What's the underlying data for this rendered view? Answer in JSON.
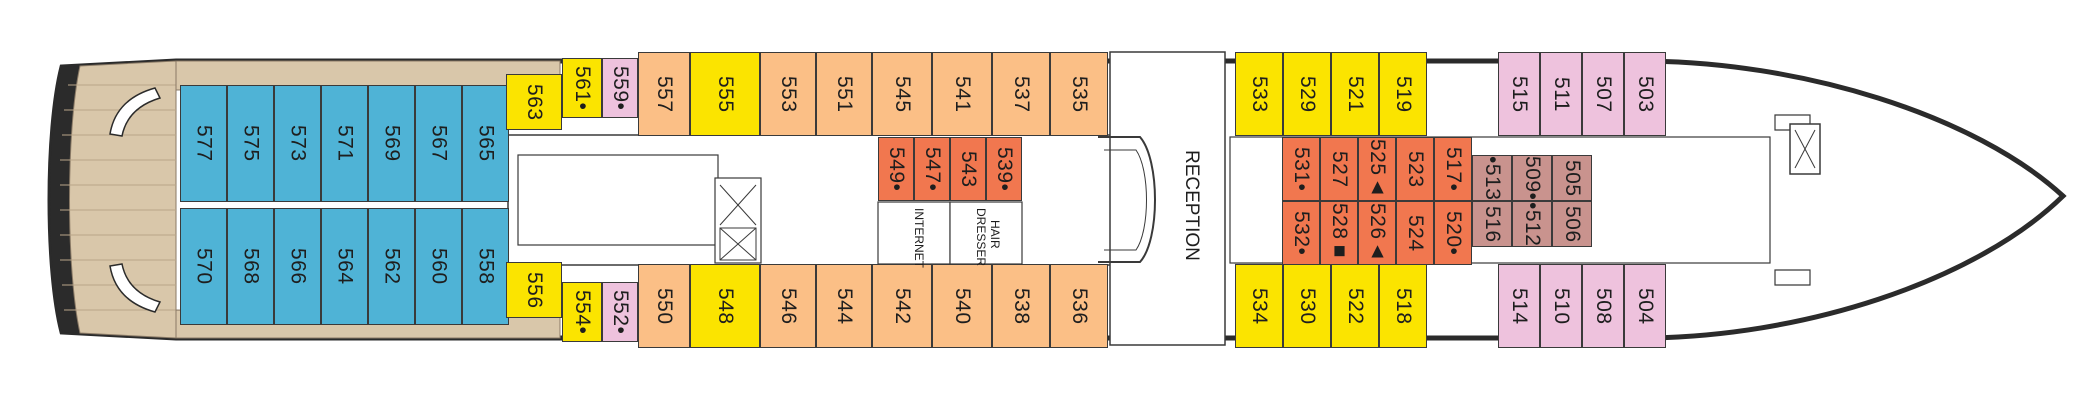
{
  "colors": {
    "blue": "#4fb3d6",
    "yellow": "#fbe400",
    "peach": "#fbbf86",
    "orange": "#f1774f",
    "pink": "#eec2dd",
    "mauve": "#c9938e",
    "deck_wood": "#d9c7aa",
    "hull_dark": "#2b2b2b"
  },
  "labels": {
    "reception": "RECEPTION",
    "internet": "INTERNET",
    "hairdresser": "HAIR\nDRESSER"
  },
  "cabins": {
    "blue_top": [
      "577",
      "575",
      "573",
      "571",
      "569",
      "567",
      "565"
    ],
    "blue_bottom": [
      "570",
      "568",
      "566",
      "564",
      "562",
      "560",
      "558"
    ],
    "c563": "563",
    "c556": "556",
    "c561": "561•",
    "c559": "559•",
    "c554": "554•",
    "c552": "552•",
    "top_mid": [
      "557",
      "555",
      "553",
      "551",
      "545",
      "541",
      "537",
      "535"
    ],
    "bottom_mid": [
      "550",
      "548",
      "546",
      "544",
      "542",
      "540",
      "538",
      "536"
    ],
    "inner_orange": [
      "549•",
      "547•",
      "543",
      "539•"
    ],
    "fwd_top": [
      "533",
      "529",
      "521",
      "519"
    ],
    "fwd_bottom": [
      "534",
      "530",
      "522",
      "518"
    ],
    "pink_top": [
      "515",
      "511",
      "507",
      "503"
    ],
    "pink_bottom": [
      "514",
      "510",
      "508",
      "504"
    ],
    "inner_top": [
      "531•",
      "527",
      "525▲",
      "523",
      "517•"
    ],
    "inner_bottom": [
      "532•",
      "528■",
      "526▲",
      "524",
      "520•"
    ],
    "mauve_top": [
      "•513",
      "509•",
      "505"
    ],
    "mauve_bottom": [
      "516",
      "•512",
      "506"
    ]
  }
}
